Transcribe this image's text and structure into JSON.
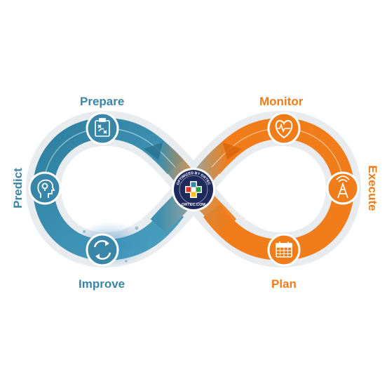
{
  "stages": {
    "prepare": "Prepare",
    "monitor": "Monitor",
    "predict": "Predict",
    "execute": "Execute",
    "improve": "Improve",
    "plan": "Plan"
  },
  "badge": {
    "top_text": "OPTIMIZED BY ORTEC",
    "bottom_text": "ORTEC.COM"
  },
  "colors": {
    "blue": "#3a86a8",
    "orange": "#f07d1a",
    "badge_navy": "#1f2a5c"
  },
  "icons": {
    "prepare": "clipboard-strategy-icon",
    "monitor": "heart-monitor-icon",
    "predict": "head-lightbulb-icon",
    "execute": "signal-tower-icon",
    "improve": "refresh-cycle-icon",
    "plan": "calendar-icon"
  }
}
